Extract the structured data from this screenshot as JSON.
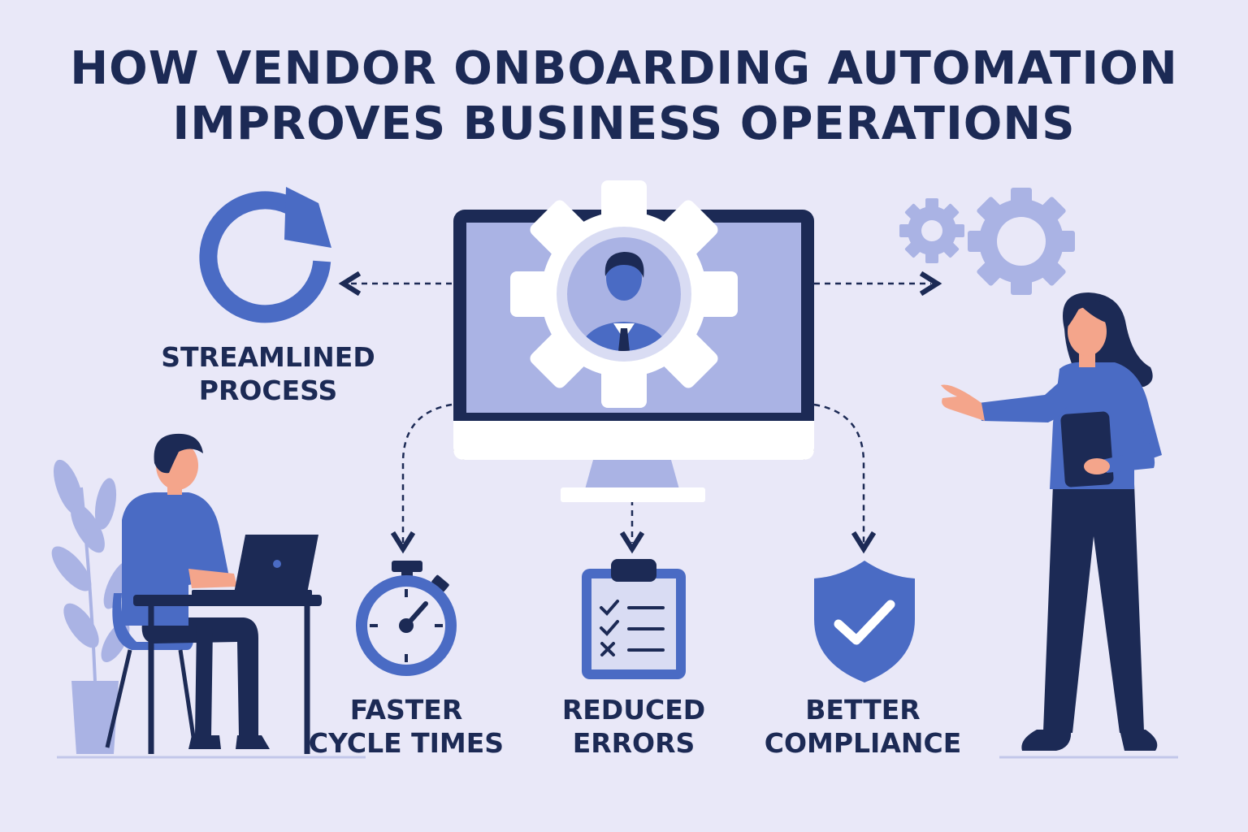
{
  "title": {
    "line1": "HOW VENDOR ONBOARDING AUTOMATION",
    "line2": "IMPROVES BUSINESS OPERATIONS"
  },
  "benefits": [
    {
      "line1": "STREAMLINED",
      "line2": "PROCESS",
      "icon": "refresh-arrow-icon"
    },
    {
      "line1": "FASTER",
      "line2": "CYCLE TIMES",
      "icon": "stopwatch-icon"
    },
    {
      "line1": "REDUCED",
      "line2": "ERRORS",
      "icon": "checklist-clipboard-icon"
    },
    {
      "line1": "BETTER",
      "line2": "COMPLIANCE",
      "icon": "shield-check-icon"
    }
  ],
  "center_icon": "monitor-gear-user-icon",
  "decor_icon": "gears-icon",
  "colors": {
    "background": "#e9e8f8",
    "navy": "#1c2a55",
    "primary": "#4a6bc4",
    "light": "#aab3e4",
    "white": "#ffffff"
  }
}
